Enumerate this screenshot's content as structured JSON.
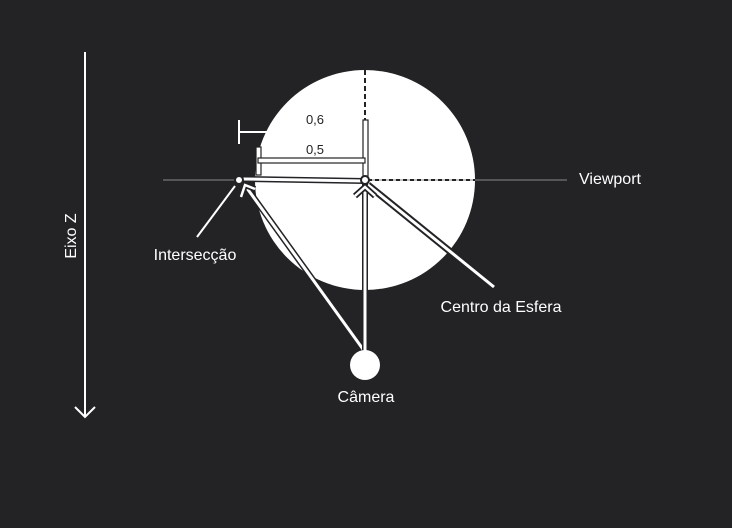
{
  "labels": {
    "axis": "Eixo Z",
    "viewport": "Viewport",
    "intersection": "Intersecção",
    "sphere_center": "Centro da Esfera",
    "camera": "Câmera",
    "dim_outer": "0,6",
    "dim_inner": "0,5"
  },
  "colors": {
    "background": "#232325",
    "foreground": "#ffffff",
    "viewport_line": "#8a8a8a"
  }
}
